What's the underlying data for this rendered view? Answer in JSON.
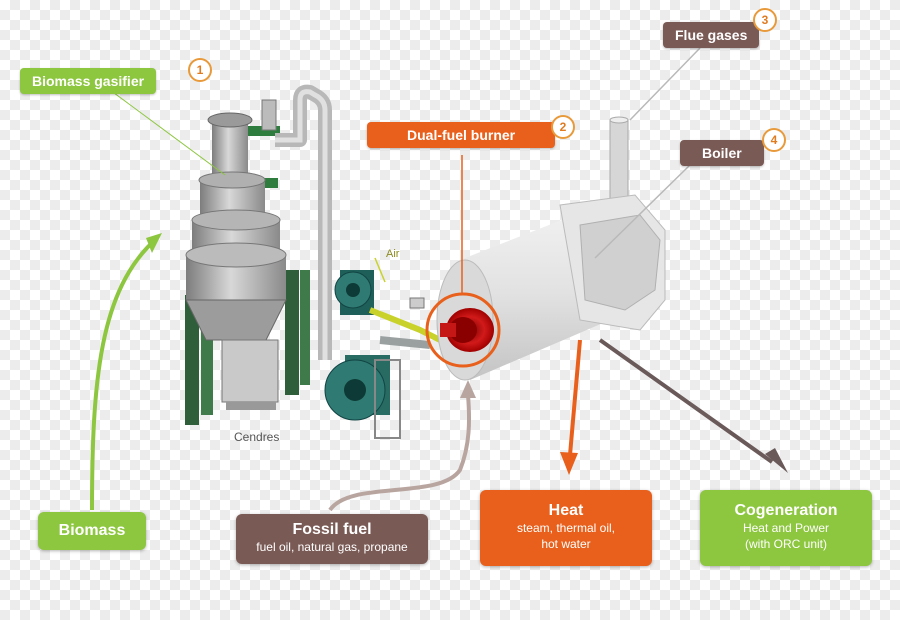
{
  "labels": {
    "biomass_gasifier": "Biomass gasifier",
    "dual_fuel_burner": "Dual-fuel burner",
    "flue_gases": "Flue gases",
    "boiler": "Boiler",
    "air": "Air",
    "cendres": "Cendres"
  },
  "badges": {
    "one": "1",
    "two": "2",
    "three": "3",
    "four": "4"
  },
  "boxes": {
    "biomass": {
      "title": "Biomass"
    },
    "fossil_fuel": {
      "title": "Fossil fuel",
      "subtitle": "fuel oil, natural gas, propane"
    },
    "heat": {
      "title": "Heat",
      "line1": "steam, thermal oil,",
      "line2": "hot water"
    },
    "cogeneration": {
      "title": "Cogeneration",
      "line1": "Heat and Power",
      "line2": "(with ORC unit)"
    }
  },
  "colors": {
    "green": "#8dc63f",
    "orange": "#e8601c",
    "brown": "#7a5a55",
    "grey_arrow": "#6b5a5a",
    "badge_border": "#e89a3a"
  }
}
